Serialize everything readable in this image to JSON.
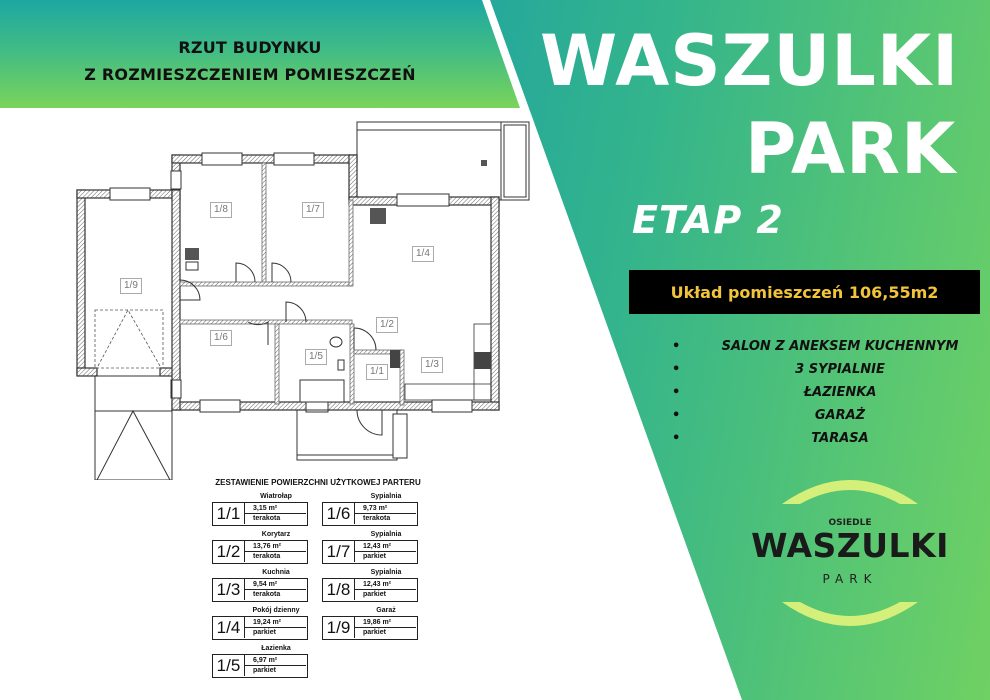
{
  "header": {
    "line1": "RZUT BUDYNKU",
    "line2": "Z ROZMIESZCZENIEM  POMIESZCZEŃ"
  },
  "brand": {
    "title_line1": "WASZULKI",
    "title_line2": "PARK",
    "stage": "ETAP 2"
  },
  "area_summary": "Układ pomieszczeń 106,55m2",
  "features": [
    "SALON Z ANEKSEM  KUCHENNYM",
    "3 SYPIALNIE",
    "ŁAZIENKA",
    "GARAŻ",
    "TARASA"
  ],
  "logo": {
    "top": "OSIEDLE",
    "main": "WASZULKI",
    "bottom": "PARK"
  },
  "floorplan": {
    "room_labels": [
      "1/1",
      "1/2",
      "1/3",
      "1/4",
      "1/5",
      "1/6",
      "1/7",
      "1/8",
      "1/9"
    ]
  },
  "room_table": {
    "title": "ZESTAWIENIE POWIERZCHNI UŻYTKOWEJ PARTERU",
    "rooms": [
      {
        "id": "1/1",
        "name": "Wiatrołap",
        "area": "3,15 m²",
        "floor": "terakota"
      },
      {
        "id": "1/2",
        "name": "Korytarz",
        "area": "13,76 m²",
        "floor": "terakota"
      },
      {
        "id": "1/3",
        "name": "Kuchnia",
        "area": "9,54 m²",
        "floor": "terakota"
      },
      {
        "id": "1/4",
        "name": "Pokój dzienny",
        "area": "19,24 m²",
        "floor": "parkiet"
      },
      {
        "id": "1/5",
        "name": "Łazienka",
        "area": "6,97 m²",
        "floor": "parkiet"
      },
      {
        "id": "1/6",
        "name": "Sypialnia",
        "area": "9,73 m²",
        "floor": "terakota"
      },
      {
        "id": "1/7",
        "name": "Sypialnia",
        "area": "12,43 m²",
        "floor": "parkiet"
      },
      {
        "id": "1/8",
        "name": "Sypialnia",
        "area": "12,43 m²",
        "floor": "parkiet"
      },
      {
        "id": "1/9",
        "name": "Garaż",
        "area": "19,86 m²",
        "floor": "parkiet"
      }
    ]
  },
  "colors": {
    "gradient_blue": "#0e8fb3",
    "gradient_green": "#6fd163",
    "area_text": "#f2c43a",
    "logo_arc": "#d4f07a"
  }
}
